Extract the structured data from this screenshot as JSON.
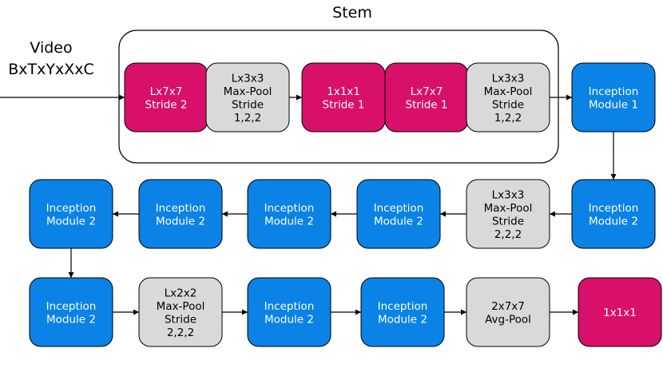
{
  "stem_title": "Stem",
  "input": {
    "line1": "Video",
    "line2": "BxTxYxXxC"
  },
  "colors": {
    "conv": "#D8106A",
    "pool": "#D9D9D9",
    "inception": "#0A82E6",
    "stroke": "#000000"
  },
  "stem_blocks": [
    {
      "kind": "conv",
      "lines": [
        "Lx7x7",
        "Stride 2"
      ]
    },
    {
      "kind": "pool",
      "lines": [
        "Lx3x3",
        "Max-Pool",
        "Stride",
        "1,2,2"
      ]
    },
    {
      "kind": "conv",
      "lines": [
        "1x1x1",
        "Stride 1"
      ]
    },
    {
      "kind": "conv",
      "lines": [
        "Lx7x7",
        "Stride 1"
      ]
    },
    {
      "kind": "pool",
      "lines": [
        "Lx3x3",
        "Max-Pool",
        "Stride",
        "1,2,2"
      ]
    }
  ],
  "row1_end": {
    "kind": "inception",
    "lines": [
      "Inception",
      "Module 1"
    ]
  },
  "row2_blocks": [
    {
      "kind": "inception",
      "lines": [
        "Inception",
        "Module 2"
      ]
    },
    {
      "kind": "pool",
      "lines": [
        "Lx3x3",
        "Max-Pool",
        "Stride",
        "2,2,2"
      ]
    },
    {
      "kind": "inception",
      "lines": [
        "Inception",
        "Module 2"
      ]
    },
    {
      "kind": "inception",
      "lines": [
        "Inception",
        "Module 2"
      ]
    },
    {
      "kind": "inception",
      "lines": [
        "Inception",
        "Module 2"
      ]
    },
    {
      "kind": "inception",
      "lines": [
        "Inception",
        "Module 2"
      ]
    }
  ],
  "row3_blocks": [
    {
      "kind": "inception",
      "lines": [
        "Inception",
        "Module 2"
      ]
    },
    {
      "kind": "pool",
      "lines": [
        "Lx2x2",
        "Max-Pool",
        "Stride",
        "2,2,2"
      ]
    },
    {
      "kind": "inception",
      "lines": [
        "Inception",
        "Module 2"
      ]
    },
    {
      "kind": "inception",
      "lines": [
        "Inception",
        "Module 2"
      ]
    },
    {
      "kind": "pool",
      "lines": [
        "2x7x7",
        "Avg-Pool"
      ]
    },
    {
      "kind": "conv",
      "lines": [
        "1x1x1"
      ]
    }
  ]
}
